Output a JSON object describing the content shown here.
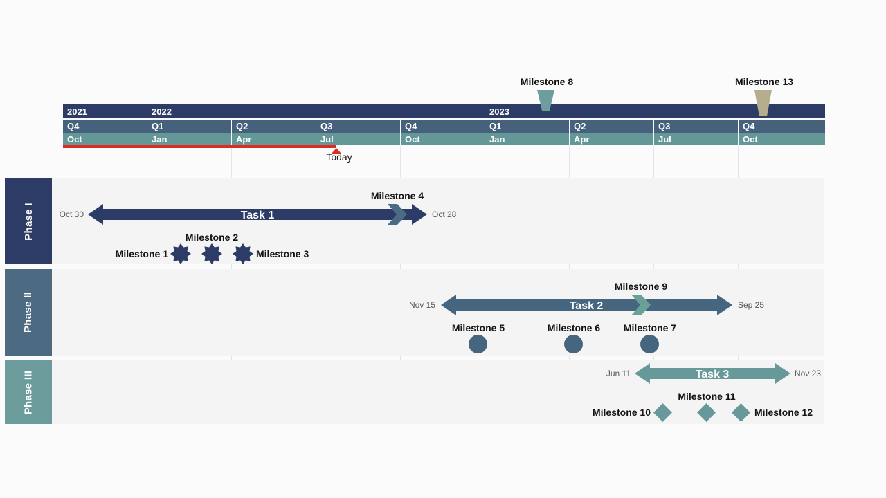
{
  "palette": {
    "navy": "#2d3c66",
    "steel": "#46657f",
    "teal": "#68999a",
    "quarter_row": "#45617c",
    "month_row": "#649798",
    "phase2_band": "#4c6a82",
    "phase3_band": "#6b9b9b",
    "chevron_steel": "#4a6b83",
    "chevron_teal": "#6aa096",
    "tan": "#b5ad8d",
    "today_red": "#e02b20",
    "row_bg": "#f4f4f5",
    "gridline": "#dde5ef",
    "date_text": "#595959",
    "label_text": "#141414"
  },
  "header": {
    "years": [
      "2021",
      "2022",
      "2023"
    ],
    "quarters": [
      "Q4",
      "Q1",
      "Q2",
      "Q3",
      "Q4",
      "Q1",
      "Q2",
      "Q3",
      "Q4"
    ],
    "months": [
      "Oct",
      "Jan",
      "Apr",
      "Jul",
      "Oct",
      "Jan",
      "Apr",
      "Jul",
      "Oct"
    ]
  },
  "today": {
    "label": "Today"
  },
  "phases": [
    {
      "label": "Phase I"
    },
    {
      "label": "Phase II"
    },
    {
      "label": "Phase III"
    }
  ],
  "tasks": [
    {
      "label": "Task 1",
      "start_label": "Oct 30",
      "end_label": "Oct 28"
    },
    {
      "label": "Task 2",
      "start_label": "Nov 15",
      "end_label": "Sep 25"
    },
    {
      "label": "Task 3",
      "start_label": "Jun 11",
      "end_label": "Nov 23"
    }
  ],
  "milestones": [
    {
      "label": "Milestone 1"
    },
    {
      "label": "Milestone 2"
    },
    {
      "label": "Milestone 3"
    },
    {
      "label": "Milestone 4"
    },
    {
      "label": "Milestone 5"
    },
    {
      "label": "Milestone 6"
    },
    {
      "label": "Milestone 7"
    },
    {
      "label": "Milestone 8"
    },
    {
      "label": "Milestone 9"
    },
    {
      "label": "Milestone 10"
    },
    {
      "label": "Milestone 11"
    },
    {
      "label": "Milestone 12"
    },
    {
      "label": "Milestone 13"
    }
  ],
  "chart_data": {
    "type": "bar",
    "variant": "gantt_timeline",
    "title": "",
    "axis": {
      "years": [
        "2021",
        "2022",
        "2023"
      ],
      "quarters_by_column": [
        "2021 Q4",
        "2022 Q1",
        "2022 Q2",
        "2022 Q3",
        "2022 Q4",
        "2023 Q1",
        "2023 Q2",
        "2023 Q3",
        "2023 Q4"
      ],
      "month_ticks": [
        "Oct",
        "Jan",
        "Apr",
        "Jul",
        "Oct",
        "Jan",
        "Apr",
        "Jul",
        "Oct"
      ],
      "range": [
        "Oct 2021",
        "Dec 2023"
      ],
      "grid": true
    },
    "today_marker": {
      "label": "Today",
      "approx_date": "Jul 22, 2022"
    },
    "rows": [
      {
        "phase": "Phase I",
        "color": "#2d3c66",
        "tasks": [
          {
            "name": "Task 1",
            "start_label": "Oct 30",
            "end_label": "Oct 28",
            "approx_start": "Oct 30, 2021",
            "approx_end": "Oct 28, 2022"
          }
        ],
        "milestones": [
          {
            "name": "Milestone 1",
            "shape": "star",
            "approx_date": "Feb 2022"
          },
          {
            "name": "Milestone 2",
            "shape": "star",
            "approx_date": "Mar 2022"
          },
          {
            "name": "Milestone 3",
            "shape": "star",
            "approx_date": "Apr 2022"
          },
          {
            "name": "Milestone 4",
            "shape": "chevron",
            "approx_date": "Sep 2022"
          }
        ]
      },
      {
        "phase": "Phase II",
        "color": "#46657f",
        "tasks": [
          {
            "name": "Task 2",
            "start_label": "Nov 15",
            "end_label": "Sep 25",
            "approx_start": "Nov 15, 2022",
            "approx_end": "Sep 25, 2023"
          }
        ],
        "milestones": [
          {
            "name": "Milestone 5",
            "shape": "circle",
            "approx_date": "Dec 2022"
          },
          {
            "name": "Milestone 6",
            "shape": "circle",
            "approx_date": "Apr 2023"
          },
          {
            "name": "Milestone 7",
            "shape": "circle",
            "approx_date": "Jun 2023"
          },
          {
            "name": "Milestone 9",
            "shape": "chevron",
            "approx_date": "Jun 2023"
          }
        ]
      },
      {
        "phase": "Phase III",
        "color": "#68999a",
        "tasks": [
          {
            "name": "Task 3",
            "start_label": "Jun 11",
            "end_label": "Nov 23",
            "approx_start": "Jun 11, 2023",
            "approx_end": "Nov 23, 2023"
          }
        ],
        "milestones": [
          {
            "name": "Milestone 10",
            "shape": "diamond",
            "approx_date": "Jul 2023"
          },
          {
            "name": "Milestone 11",
            "shape": "diamond",
            "approx_date": "Aug 2023"
          },
          {
            "name": "Milestone 12",
            "shape": "diamond",
            "approx_date": "Oct 2023"
          }
        ]
      }
    ],
    "axis_milestones": [
      {
        "name": "Milestone 8",
        "shape": "trapezoid",
        "color": "#68999a",
        "approx_date": "Mar 2023"
      },
      {
        "name": "Milestone 13",
        "shape": "trapezoid",
        "color": "#b5ad8d",
        "approx_date": "Oct 2023"
      }
    ],
    "legend": "none"
  }
}
